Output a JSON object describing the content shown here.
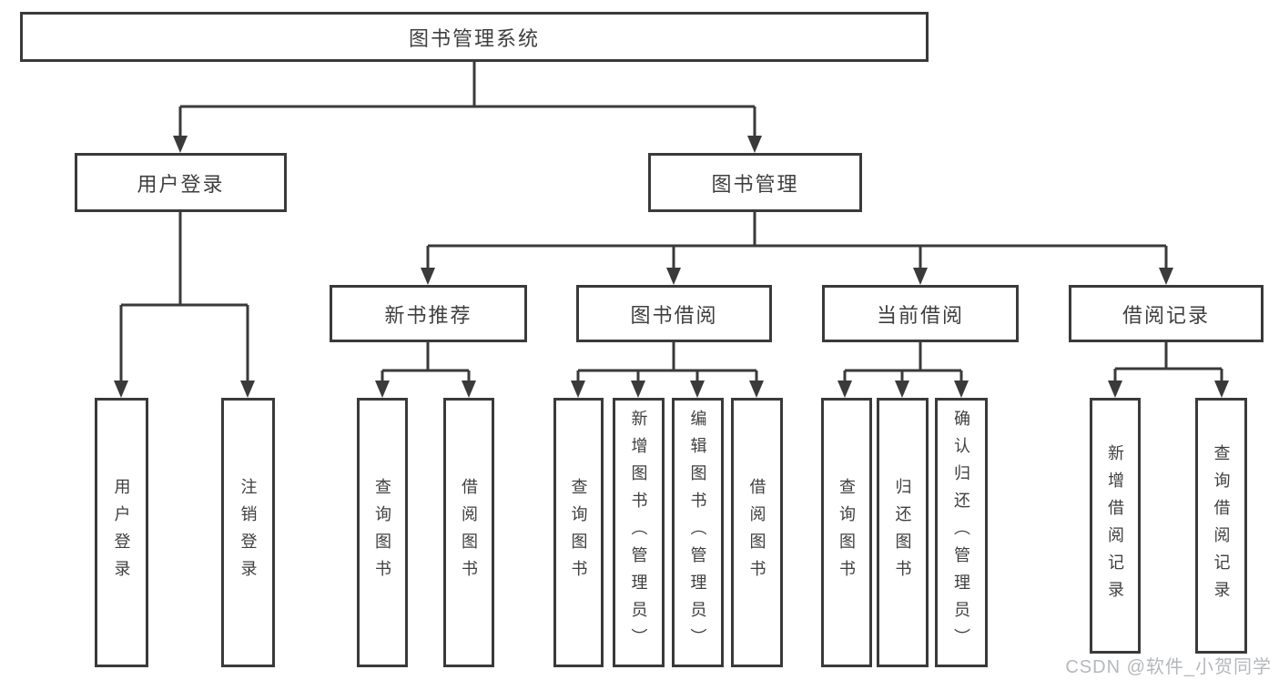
{
  "diagram": {
    "root": {
      "label": "图书管理系统"
    },
    "level2": [
      {
        "label": "用户登录"
      },
      {
        "label": "图书管理"
      }
    ],
    "level3": [
      {
        "label": "新书推荐"
      },
      {
        "label": "图书借阅"
      },
      {
        "label": "当前借阅"
      },
      {
        "label": "借阅记录"
      }
    ],
    "leaves": {
      "user_login": [
        {
          "label": "用户登录"
        },
        {
          "label": "注销登录"
        }
      ],
      "new_book": [
        {
          "label": "查询图书"
        },
        {
          "label": "借阅图书"
        }
      ],
      "borrow": [
        {
          "label": "查询图书"
        },
        {
          "label": "新增图书（管理员）"
        },
        {
          "label": "编辑图书（管理员）"
        },
        {
          "label": "借阅图书"
        }
      ],
      "current": [
        {
          "label": "查询图书"
        },
        {
          "label": "归还图书"
        },
        {
          "label": "确认归还（管理员）"
        }
      ],
      "records": [
        {
          "label": "新增借阅记录"
        },
        {
          "label": "查询借阅记录"
        }
      ]
    }
  },
  "watermark": {
    "text": "CSDN @软件_小贺同学"
  },
  "colors": {
    "line": "#3a3a3a",
    "text": "#3f3f3f",
    "watermark": "#b5b8bc",
    "background": "#ffffff"
  }
}
